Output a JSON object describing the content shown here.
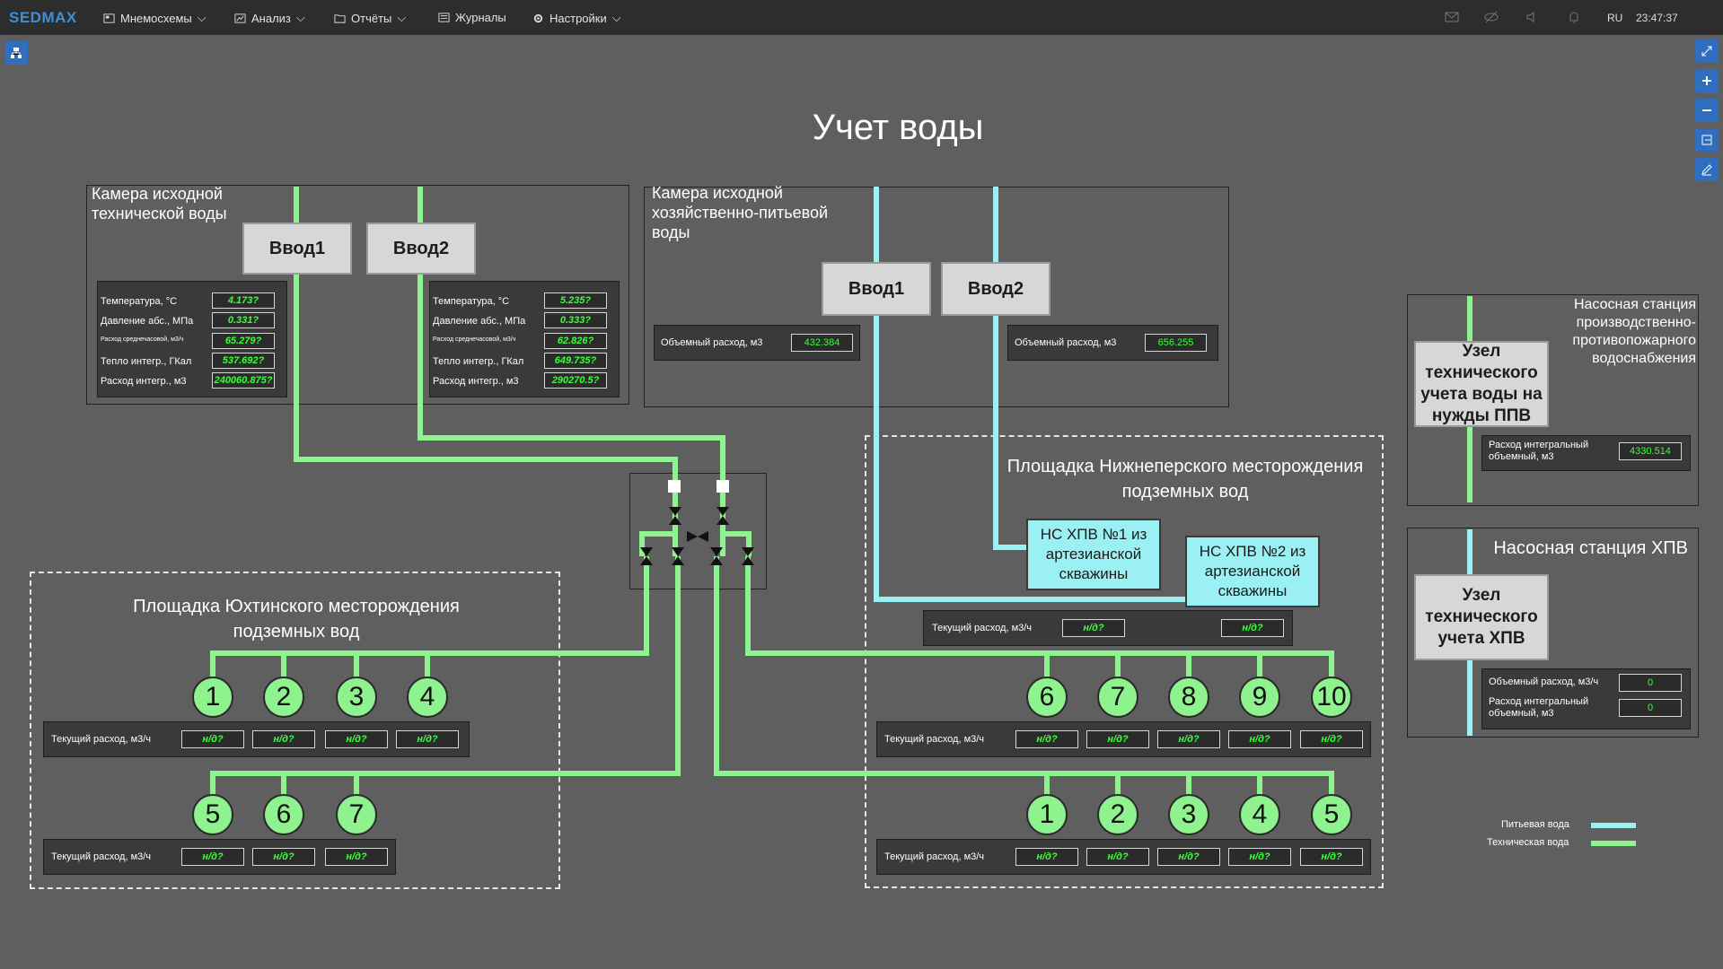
{
  "app": {
    "logo": "SEDMAX",
    "lang": "RU",
    "time": "23:47:37"
  },
  "menu": [
    {
      "label": "Мнемосхемы",
      "icon": "mnemo-icon"
    },
    {
      "label": "Анализ",
      "icon": "chart-icon"
    },
    {
      "label": "Отчёты",
      "icon": "folder-icon"
    },
    {
      "label": "Журналы",
      "icon": "journal-icon"
    },
    {
      "label": "Настройки",
      "icon": "gear-icon"
    }
  ],
  "page": {
    "title": "Учет воды"
  },
  "cam_tech": {
    "title": "Камера исходной технической воды",
    "in1": "Ввод1",
    "in2": "Ввод2",
    "rows": [
      "Температура, °С",
      "Давление абс., МПа",
      "Расход среднечасовой, м3/ч",
      "Тепло интегр., ГКал",
      "Расход интегр., м3"
    ],
    "vals1": [
      "4.173?",
      "0.331?",
      "65.279?",
      "537.692?",
      "240060.875?"
    ],
    "vals2": [
      "5.235?",
      "0.333?",
      "62.826?",
      "649.735?",
      "290270.5?"
    ]
  },
  "cam_drink": {
    "title": "Камера исходной хозяйственно-питьевой воды",
    "in1": "Ввод1",
    "in2": "Ввод2",
    "row_label": "Объемный расход, м3",
    "val1": "432.384",
    "val2": "656.255"
  },
  "nizh": {
    "title": "Площадка Нижнеперского месторождения подземных вод",
    "ns1": "НС ХПВ №1 из артезианской скважины",
    "ns2": "НС ХПВ №2 из артезианской скважины",
    "cur_label": "Текущий расход, м3/ч",
    "cur_vals": [
      "н/д?",
      "н/д?"
    ],
    "row1_wells": [
      "6",
      "7",
      "8",
      "9",
      "10"
    ],
    "row1_vals": [
      "н/д?",
      "н/д?",
      "н/д?",
      "н/д?",
      "н/д?"
    ],
    "row2_wells": [
      "1",
      "2",
      "3",
      "4",
      "5"
    ],
    "row2_vals": [
      "н/д?",
      "н/д?",
      "н/д?",
      "н/д?",
      "н/д?"
    ]
  },
  "yuht": {
    "title": "Площадка Юхтинского месторождения подземных вод",
    "cur_label": "Текущий расход, м3/ч",
    "row1_wells": [
      "1",
      "2",
      "3",
      "4"
    ],
    "row1_vals": [
      "н/д?",
      "н/д?",
      "н/д?",
      "н/д?"
    ],
    "row2_wells": [
      "5",
      "6",
      "7"
    ],
    "row2_vals": [
      "н/д?",
      "н/д?",
      "н/д?"
    ]
  },
  "ppv": {
    "title": "Насосная станция производственно-противопожарного водоснабжения",
    "node": "Узел технического учета воды на нужды ППВ",
    "row_label": "Расход интегральный объемный, м3",
    "val": "4330.514"
  },
  "hpv": {
    "title": "Насосная станция ХПВ",
    "node": "Узел технического учета ХПВ",
    "row1": "Объемный расход, м3/ч",
    "val1": "0",
    "row2": "Расход интегральный объемный, м3",
    "val2": "0"
  },
  "legend": {
    "drink": "Питьевая вода",
    "tech": "Техническая вода"
  },
  "colors": {
    "tech": "#8ef28e",
    "drink": "#9af0f3",
    "bg": "#5f5f5f",
    "accent": "#2f6dbf"
  }
}
